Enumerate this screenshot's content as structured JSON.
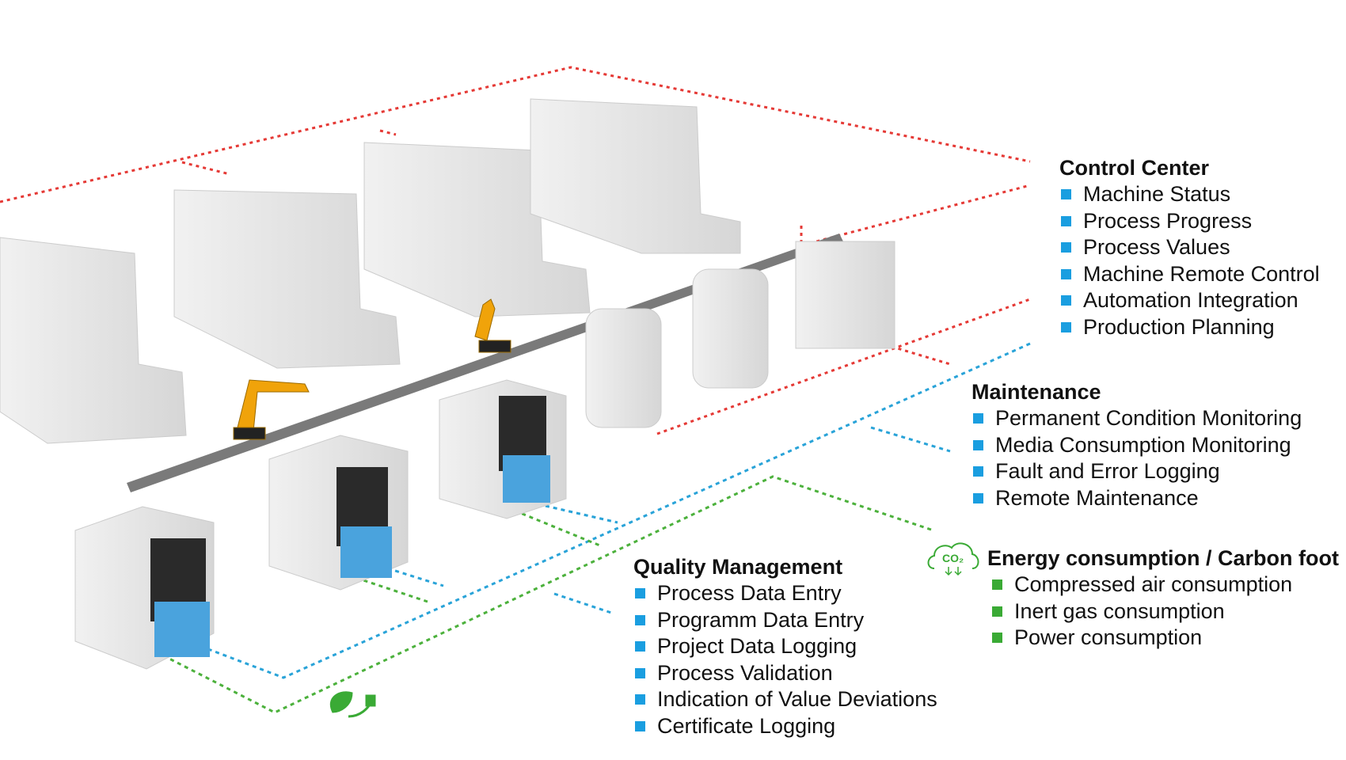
{
  "colors": {
    "control": "#1a9ee0",
    "maintenance": "#1a9ee0",
    "quality": "#1a9ee0",
    "energy": "#3aaa35",
    "red_link": "#e53935",
    "blue_link": "#29a3d8",
    "green_link": "#4cb13c",
    "robot": "#f0a30a"
  },
  "control_center": {
    "title": "Control Center",
    "items": [
      "Machine Status",
      "Process Progress",
      "Process Values",
      "Machine Remote Control",
      "Automation Integration",
      "Production Planning"
    ]
  },
  "maintenance": {
    "title": "Maintenance",
    "items": [
      "Permanent Condition Monitoring",
      "Media Consumption Monitoring",
      "Fault and Error Logging",
      "Remote Maintenance"
    ]
  },
  "quality_management": {
    "title": "Quality Management",
    "items": [
      "Process Data Entry",
      "Programm Data Entry",
      "Project Data Logging",
      "Process Validation",
      "Indication of Value Deviations",
      "Certificate Logging"
    ]
  },
  "energy": {
    "title": "Energy consumption / Carbon foot",
    "icon": "co2-cloud-icon",
    "icon_label": "CO₂",
    "items": [
      "Compressed air consumption",
      "Inert gas consumption",
      "Power consumption"
    ]
  },
  "eco_icon": "leaf-plug-icon"
}
